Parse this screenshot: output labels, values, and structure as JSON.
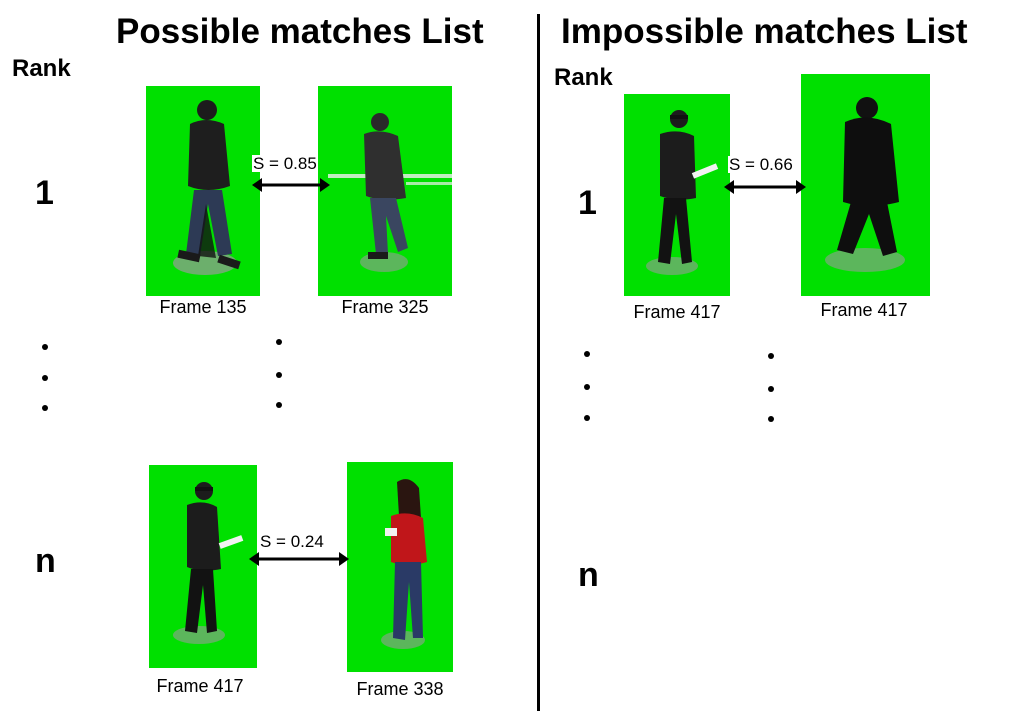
{
  "left": {
    "title": "Possible matches List",
    "rank_label": "Rank",
    "rank_first": "1",
    "rank_last": "n",
    "pairs": [
      {
        "score": "S = 0.85",
        "frame_a": "Frame 135",
        "frame_b": "Frame 325"
      },
      {
        "score": "S = 0.24",
        "frame_a": "Frame 417",
        "frame_b": "Frame 338"
      }
    ]
  },
  "right": {
    "title": "Impossible matches List",
    "rank_label": "Rank",
    "rank_first": "1",
    "rank_last": "n",
    "pairs": [
      {
        "score": "S = 0.66",
        "frame_a": "Frame 417",
        "frame_b": "Frame 417"
      }
    ]
  },
  "colors": {
    "frame_background": "#00e000",
    "divider": "#000000"
  }
}
